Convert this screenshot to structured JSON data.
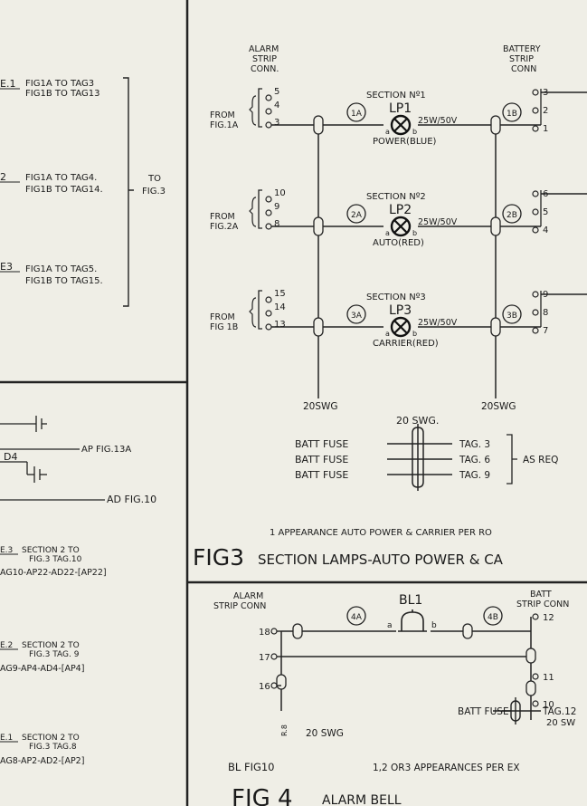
{
  "left": {
    "sec1": {
      "code": "E.1",
      "a": "FIG1A TO TAG3",
      "b": "FIG1B TO TAG13"
    },
    "sec2": {
      "code": "2",
      "a": "FIG1A TO TAG4.",
      "b": "FIG1B TO TAG14."
    },
    "sec3": {
      "code": "E3",
      "a": "FIG1A TO TAG5.",
      "b": "FIG1B TO TAG15."
    },
    "to_fig": [
      "TO",
      "FIG.3"
    ],
    "ap_label": "AP FIG.13A",
    "d4": "D4",
    "ad_label": "AD FIG.10",
    "e3": {
      "code": "E.3",
      "l1": "SECTION 2 TO",
      "l2": "FIG.3 TAG.10",
      "l3": "AG10-AP22-AD22-[AP22]"
    },
    "e2": {
      "code": "E.2",
      "l1": "SECTION 2 TO",
      "l2": "FIG.3 TAG. 9",
      "l3": "AG9-AP4-AD4-[AP4]"
    },
    "e1": {
      "code": "E.1",
      "l1": "SECTION 2 TO",
      "l2": "FIG.3 TAG.8",
      "l3": "AG8-AP2-AD2-[AP2]"
    }
  },
  "fig3": {
    "alarm_header": [
      "ALARM",
      "STRIP",
      "CONN."
    ],
    "batt_header": [
      "BATTERY",
      "STRIP",
      "CONN"
    ],
    "rows": [
      {
        "from": [
          "FROM",
          "FIG.1A"
        ],
        "tags_left": [
          "5",
          "4",
          "3"
        ],
        "tags_right": [
          "3",
          "2",
          "1"
        ],
        "section": "SECTION Nº1",
        "lamp": "LP1",
        "rating": "25W/50V",
        "mode": "POWER(BLUE)",
        "left_circle": "1A",
        "right_circle": "1B"
      },
      {
        "from": [
          "FROM",
          "FIG.2A"
        ],
        "tags_left": [
          "10",
          "9",
          "8"
        ],
        "tags_right": [
          "6",
          "5",
          "4"
        ],
        "section": "SECTION Nº2",
        "lamp": "LP2",
        "rating": "25W/50V",
        "mode": "AUTO(RED)",
        "left_circle": "2A",
        "right_circle": "2B"
      },
      {
        "from": [
          "FROM",
          "FIG 1B"
        ],
        "tags_left": [
          "15",
          "14",
          "13"
        ],
        "tags_right": [
          "9",
          "8",
          "7"
        ],
        "section": "SECTION Nº3",
        "lamp": "LP3",
        "rating": "25W/50V",
        "mode": "CARRIER(RED)",
        "left_circle": "3A",
        "right_circle": "3B"
      }
    ],
    "pin_a": "a",
    "pin_b": "b",
    "swg_left": "20SWG",
    "swg_right": "20SWG",
    "swg_mid": "20 SWG.",
    "fuses": [
      {
        "label": "BATT FUSE",
        "tag": "TAG. 3"
      },
      {
        "label": "BATT FUSE",
        "tag": "TAG. 6"
      },
      {
        "label": "BATT FUSE",
        "tag": "TAG. 9"
      }
    ],
    "as_req": "AS REQ",
    "note": "1 APPEARANCE AUTO POWER & CARRIER PER RO",
    "title_big": "FIG3",
    "title_rest": "SECTION LAMPS-AUTO POWER & CA"
  },
  "fig4": {
    "alarm_header": [
      "ALARM",
      "STRIP CONN"
    ],
    "batt_header": [
      "BATT",
      "STRIP CONN"
    ],
    "bell": "BL1",
    "pin_a": "a",
    "pin_b": "b",
    "circle_left": "4A",
    "circle_right": "4B",
    "tags_left": [
      "18",
      "17",
      "16"
    ],
    "tags_right": [
      "12",
      "11",
      "10"
    ],
    "swg": "20 SWG",
    "r_label": "R.8",
    "batt_fuse": "BATT FUSE",
    "tag12": "TAG.12",
    "swg_right": "20 SW",
    "bl_fig": "BL FIG10",
    "note": "1,2 OR3 APPEARANCES PER EX",
    "title_big": "FIG 4",
    "title_rest": "ALARM BELL"
  }
}
